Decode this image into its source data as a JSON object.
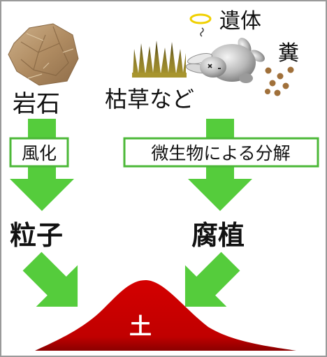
{
  "labels": {
    "rock": "岩石",
    "grass": "枯草など",
    "remains": "遺体",
    "dung": "糞",
    "weathering": "風化",
    "decomposition": "微生物による分解",
    "particles": "粒子",
    "humus": "腐植",
    "soil": "土"
  },
  "colors": {
    "arrow": "#55cc3c",
    "box_border": "#4cb838",
    "soil": "#cc0000",
    "rock": "#b8986e",
    "grass": "#8a7a2a",
    "halo": "#f0d000",
    "dung": "#a0703a"
  },
  "edges": [
    {
      "from": "rock",
      "via": "weathering",
      "to": "particles"
    },
    {
      "from": "grass+remains+dung",
      "via": "decomposition",
      "to": "humus"
    },
    {
      "from": "particles",
      "to": "soil"
    },
    {
      "from": "humus",
      "to": "soil"
    }
  ]
}
